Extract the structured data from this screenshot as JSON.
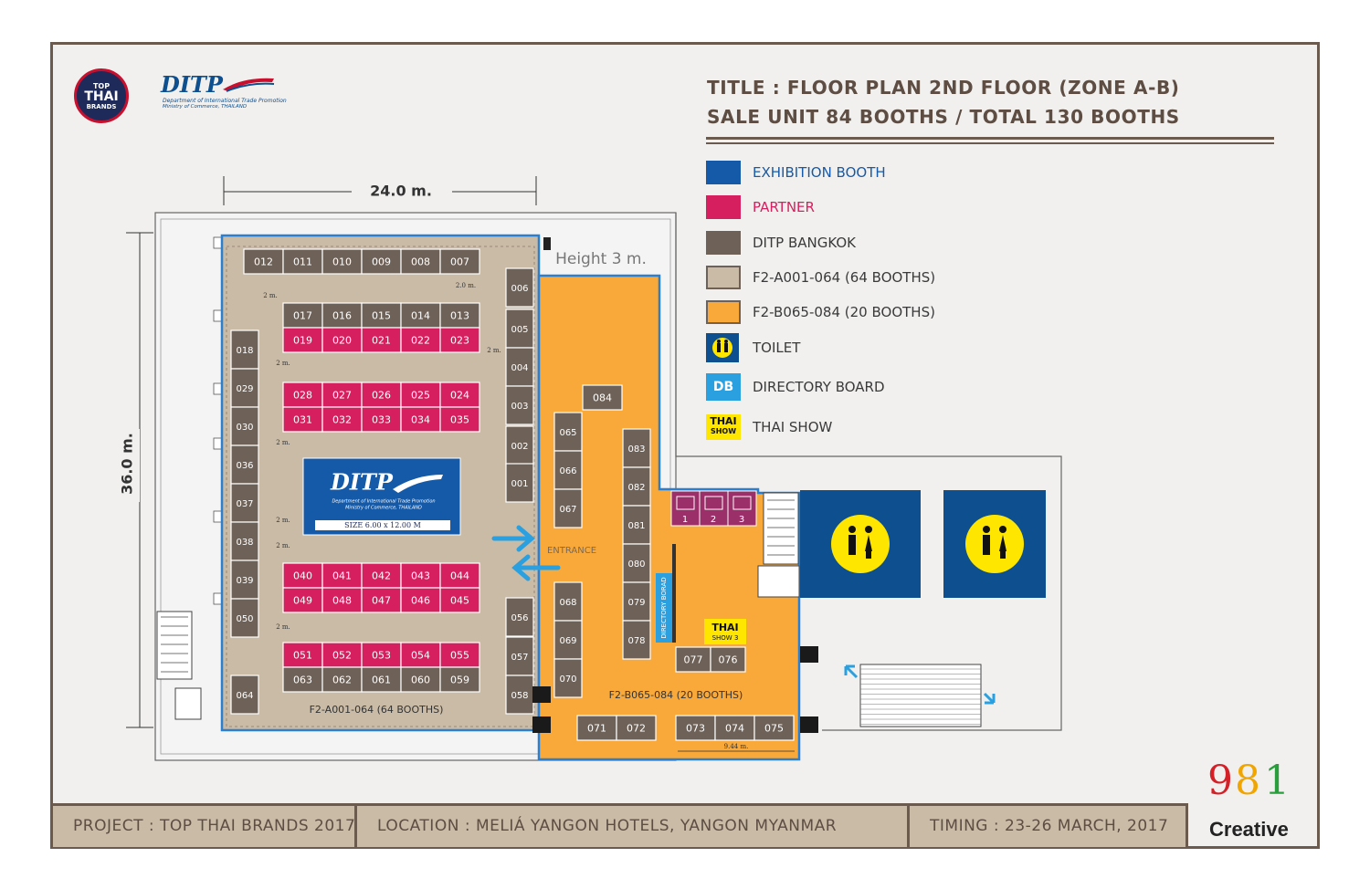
{
  "header": {
    "title_line1": "TITLE : FLOOR PLAN 2ND FLOOR (ZONE A-B)",
    "title_line2": "SALE UNIT 84 BOOTHS / TOTAL 130 BOOTHS"
  },
  "logos": {
    "top_thai": {
      "line1": "TOP",
      "line2": "THAI",
      "line3": "BRANDS"
    },
    "ditp": {
      "name": "DITP",
      "line1": "Department of International Trade Promotion",
      "line2": "Ministry of Commerce, THAILAND"
    },
    "creative": {
      "digits": [
        "9",
        "8",
        "1"
      ],
      "word": "Creative"
    }
  },
  "legend": [
    {
      "label": "EXHIBITION BOOTH",
      "color": "#155aa8",
      "text_color": "#155aa8"
    },
    {
      "label": "PARTNER",
      "color": "#d61f5e",
      "text_color": "#d61f5e"
    },
    {
      "label": "DITP BANGKOK",
      "color": "#6e6157",
      "text_color": "#3a3a3a"
    },
    {
      "label": "F2-A001-064 (64 BOOTHS)",
      "color": "#c9bba6",
      "text_color": "#3a3a3a"
    },
    {
      "label": "F2-B065-084 (20 BOOTHS)",
      "color": "#f8a93a",
      "text_color": "#3a3a3a"
    },
    {
      "label": "TOILET",
      "color": "#0d4f8f",
      "text_color": "#3a3a3a"
    },
    {
      "label": "DIRECTORY BOARD",
      "color": "#2aa0e0",
      "text_color": "#3a3a3a",
      "badge": "DB"
    },
    {
      "label": "THAI SHOW",
      "color": "#ffe600",
      "text_color": "#3a3a3a",
      "badge1": "THAI",
      "badge2": "SHOW"
    }
  ],
  "dimensions": {
    "width": "24.0 m.",
    "depth": "36.0 m.",
    "height": "Height 3 m."
  },
  "small_dims": {
    "two_m": "2 m.",
    "two_m_b": "2.0 m.",
    "span": "9.44 m."
  },
  "zones": {
    "zone_a": "F2-A001-064 (64 BOOTHS)",
    "zone_b": "F2-B065-084 (20 BOOTHS)"
  },
  "entrance": "ENTRANCE",
  "ditp_center": {
    "name": "DITP",
    "line1": "Department of International Trade Promotion",
    "line2": "Ministry of Commerce, THAILAND",
    "size": "SIZE 6.00 x 12.00 M"
  },
  "directory_board": "DIRECTORY BORAD",
  "thai_show": {
    "line1": "THAI",
    "line2": "SHOW 3"
  },
  "lifts": [
    "1",
    "2",
    "3"
  ],
  "booths": {
    "brown": [
      "012",
      "011",
      "010",
      "009",
      "008",
      "007",
      "017",
      "016",
      "015",
      "014",
      "013",
      "006",
      "005",
      "004",
      "003",
      "002",
      "001",
      "018",
      "029",
      "030",
      "036",
      "037",
      "038",
      "039",
      "050",
      "064",
      "063",
      "062",
      "061",
      "060",
      "059",
      "056",
      "057",
      "058",
      "084",
      "065",
      "066",
      "067",
      "083",
      "082",
      "081",
      "080",
      "079",
      "078",
      "068",
      "069",
      "070",
      "077",
      "076",
      "071",
      "072",
      "073",
      "074",
      "075"
    ],
    "partner": [
      "019",
      "020",
      "021",
      "022",
      "023",
      "028",
      "027",
      "026",
      "025",
      "024",
      "031",
      "032",
      "033",
      "034",
      "035",
      "040",
      "041",
      "042",
      "043",
      "044",
      "049",
      "048",
      "047",
      "046",
      "045",
      "051",
      "052",
      "053",
      "054",
      "055"
    ]
  },
  "footer": {
    "project": "PROJECT : TOP THAI BRANDS 2017",
    "location": "LOCATION : MELIÁ YANGON HOTELS, YANGON MYANMAR",
    "timing": "TIMING : 23-26 MARCH, 2017"
  }
}
